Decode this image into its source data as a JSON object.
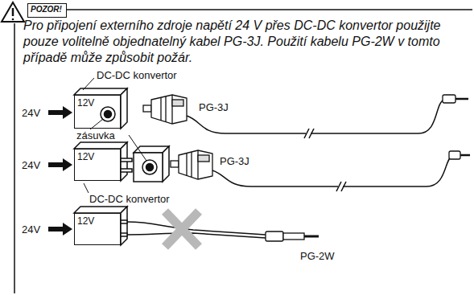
{
  "diagram": {
    "nodes": [
      {
        "text": [
          "POZOR!"
        ]
      },
      {
        "text": [
          "12V"
        ]
      },
      {
        "text": [
          "12V"
        ]
      },
      {
        "text": [
          "12V"
        ]
      }
    ],
    "labels": [
      "Pro připojení externího zdroje napětí 24 V přes DC-DC konvertor použijte pouze volitelně objednatelný kabel PG-3J. Použití kabelu PG-2W v tomto případě může způsobit požár.",
      "DC-DC konvertor",
      "24V",
      "zásuvka",
      "PG-3J",
      "24V",
      "PG-3J",
      "DC-DC konvertor",
      "24V",
      "PG-2W"
    ]
  }
}
